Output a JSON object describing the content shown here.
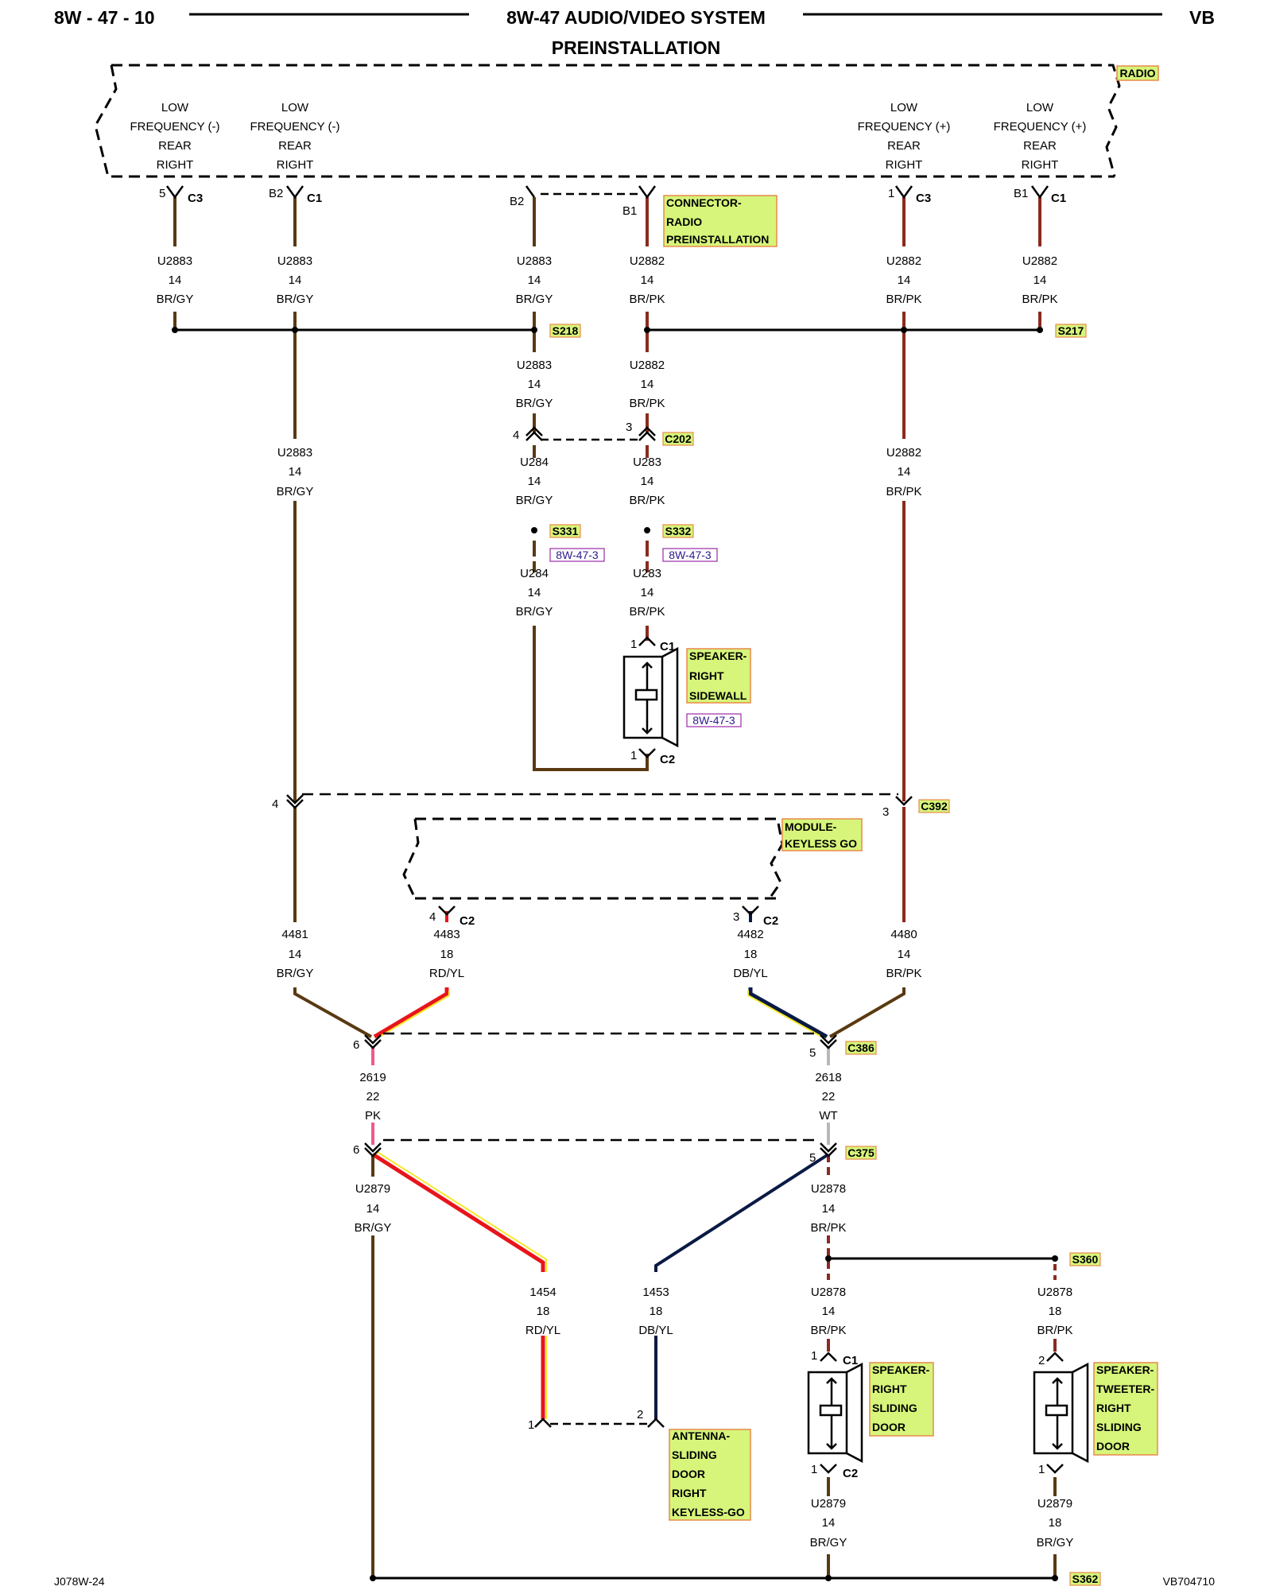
{
  "header": {
    "page": "8W - 47 - 10",
    "title": "8W-47 AUDIO/VIDEO SYSTEM",
    "subtitle": "PREINSTALLATION",
    "code": "VB"
  },
  "footer": {
    "left": "J078W-24",
    "right": "VB704710"
  },
  "colors": {
    "brown": "#5a3a12",
    "pink": "#f05a8a",
    "red": "#e8151b",
    "yellow": "#f5e92a",
    "navy": "#0a1a45",
    "gray": "#b8b8b8",
    "label_fill": "#d6f57a",
    "label_border": "#e88a4a"
  },
  "radio": {
    "name": "RADIO",
    "pins": {
      "p1": [
        "LOW",
        "FREQUENCY (-)",
        "REAR",
        "RIGHT"
      ],
      "p2": [
        "LOW",
        "FREQUENCY (-)",
        "REAR",
        "RIGHT"
      ],
      "p3": [
        "LOW",
        "FREQUENCY (+)",
        "REAR",
        "RIGHT"
      ],
      "p4": [
        "LOW",
        "FREQUENCY (+)",
        "REAR",
        "RIGHT"
      ]
    }
  },
  "connectors": {
    "c3_left": {
      "pin": "5",
      "name": "C3"
    },
    "c1_left": {
      "pin": "B2",
      "name": "C1"
    },
    "c3_right": {
      "pin": "1",
      "name": "C3"
    },
    "c1_right": {
      "pin": "B1",
      "name": "C1"
    },
    "preinst_b2": "B2",
    "preinst_b1": "B1",
    "preinst_name": [
      "CONNECTOR-",
      "RADIO",
      "PREINSTALLATION"
    ],
    "c202": {
      "name": "C202",
      "pin_a": "4",
      "pin_b": "3"
    },
    "c392": {
      "name": "C392",
      "pin_a": "4",
      "pin_b": "3"
    },
    "c386": {
      "name": "C386",
      "pin_a": "6",
      "pin_b": "5"
    },
    "c375": {
      "name": "C375",
      "pin_a": "6",
      "pin_b": "5"
    },
    "keyless_c2a": {
      "pin": "4",
      "name": "C2"
    },
    "keyless_c2b": {
      "pin": "3",
      "name": "C2"
    }
  },
  "splices": {
    "s218": "S218",
    "s217": "S217",
    "s331": "S331",
    "s332": "S332",
    "s360": "S360",
    "s362": "S362",
    "xref1": "8W-47-3",
    "xref2": "8W-47-3"
  },
  "wires": {
    "w1": [
      "U2883",
      "14",
      "BR/GY"
    ],
    "w2": [
      "U2883",
      "14",
      "BR/GY"
    ],
    "w3": [
      "U2883",
      "14",
      "BR/GY"
    ],
    "w4": [
      "U2882",
      "14",
      "BR/PK"
    ],
    "w5": [
      "U2882",
      "14",
      "BR/PK"
    ],
    "w6": [
      "U2882",
      "14",
      "BR/PK"
    ],
    "w7": [
      "U2883",
      "14",
      "BR/GY"
    ],
    "w8": [
      "U2882",
      "14",
      "BR/PK"
    ],
    "w9": [
      "U2883",
      "14",
      "BR/GY"
    ],
    "w10": [
      "U2882",
      "14",
      "BR/PK"
    ],
    "w11": [
      "U284",
      "14",
      "BR/GY"
    ],
    "w12": [
      "U283",
      "14",
      "BR/PK"
    ],
    "w13": [
      "U284",
      "14",
      "BR/GY"
    ],
    "w14": [
      "U283",
      "14",
      "BR/PK"
    ],
    "w15": [
      "4481",
      "14",
      "BR/GY"
    ],
    "w16": [
      "4483",
      "18",
      "RD/YL"
    ],
    "w17": [
      "4482",
      "18",
      "DB/YL"
    ],
    "w18": [
      "4480",
      "14",
      "BR/PK"
    ],
    "w19": [
      "2619",
      "22",
      "PK"
    ],
    "w20": [
      "2618",
      "22",
      "WT"
    ],
    "w21": [
      "U2879",
      "14",
      "BR/GY"
    ],
    "w22": [
      "U2878",
      "14",
      "BR/PK"
    ],
    "w23": [
      "1454",
      "18",
      "RD/YL"
    ],
    "w24": [
      "1453",
      "18",
      "DB/YL"
    ],
    "w25": [
      "U2878",
      "14",
      "BR/PK"
    ],
    "w26": [
      "U2878",
      "18",
      "BR/PK"
    ],
    "w27": [
      "U2879",
      "14",
      "BR/GY"
    ],
    "w28": [
      "U2879",
      "18",
      "BR/GY"
    ]
  },
  "components": {
    "spk_sidewall": {
      "name": [
        "SPEAKER-",
        "RIGHT",
        "SIDEWALL"
      ],
      "xref": "8W-47-3",
      "c1_pin": "1",
      "c1": "C1",
      "c2_pin": "1",
      "c2": "C2"
    },
    "keyless_module": {
      "name": [
        "MODULE-",
        "KEYLESS GO"
      ]
    },
    "antenna": {
      "name": [
        "ANTENNA-",
        "SLIDING",
        "DOOR",
        "RIGHT",
        "KEYLESS-GO"
      ],
      "pin1": "1",
      "pin2": "2"
    },
    "spk_sliding": {
      "name": [
        "SPEAKER-",
        "RIGHT",
        "SLIDING",
        "DOOR"
      ],
      "c1_pin": "1",
      "c1": "C1",
      "c2_pin": "1",
      "c2": "C2"
    },
    "tweeter": {
      "name": [
        "SPEAKER-",
        "TWEETER-",
        "RIGHT",
        "SLIDING",
        "DOOR"
      ],
      "pin2": "2",
      "pin1": "1"
    }
  }
}
